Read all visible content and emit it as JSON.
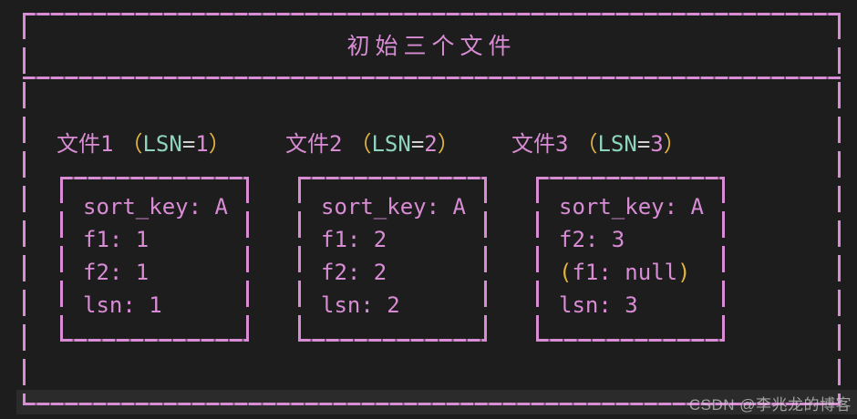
{
  "palette": {
    "pink": "#d88cd4",
    "yellow": "#dfb23f",
    "mint": "#8fd5bd",
    "equals_gray": "#cfcfcf",
    "background": "#1d1d1d",
    "scrollbar_strip": "#2b2b2b",
    "watermark_gray": "#cdcdcd"
  },
  "diagram": {
    "title": "初始三个文件",
    "watermark": "CSDN @李兆龙的博客",
    "files": [
      {
        "name": "文件1",
        "paren_open": "（",
        "lsn_key": "LSN",
        "equals": "=",
        "lsn_value": "1",
        "paren_close": "）",
        "rows": [
          {
            "segments": [
              {
                "text": "sort_key: A"
              }
            ]
          },
          {
            "segments": [
              {
                "text": "f1: 1"
              }
            ]
          },
          {
            "segments": [
              {
                "text": "f2: 1"
              }
            ]
          },
          {
            "segments": [
              {
                "text": "lsn: 1"
              }
            ]
          }
        ]
      },
      {
        "name": "文件2",
        "paren_open": "（",
        "lsn_key": "LSN",
        "equals": "=",
        "lsn_value": "2",
        "paren_close": "）",
        "rows": [
          {
            "segments": [
              {
                "text": "sort_key: A"
              }
            ]
          },
          {
            "segments": [
              {
                "text": "f1: 2"
              }
            ]
          },
          {
            "segments": [
              {
                "text": "f2: 2"
              }
            ]
          },
          {
            "segments": [
              {
                "text": "lsn: 2"
              }
            ]
          }
        ]
      },
      {
        "name": "文件3",
        "paren_open": "（",
        "lsn_key": "LSN",
        "equals": "=",
        "lsn_value": "3",
        "paren_close": "）",
        "rows": [
          {
            "segments": [
              {
                "text": "sort_key: A"
              }
            ]
          },
          {
            "segments": [
              {
                "text": "f2: 3"
              }
            ]
          },
          {
            "segments": [
              {
                "text": "(",
                "color": "yellow"
              },
              {
                "text": "f1: null"
              },
              {
                "text": ")",
                "color": "yellow"
              }
            ]
          },
          {
            "segments": [
              {
                "text": "lsn: 3"
              }
            ]
          }
        ]
      }
    ]
  }
}
